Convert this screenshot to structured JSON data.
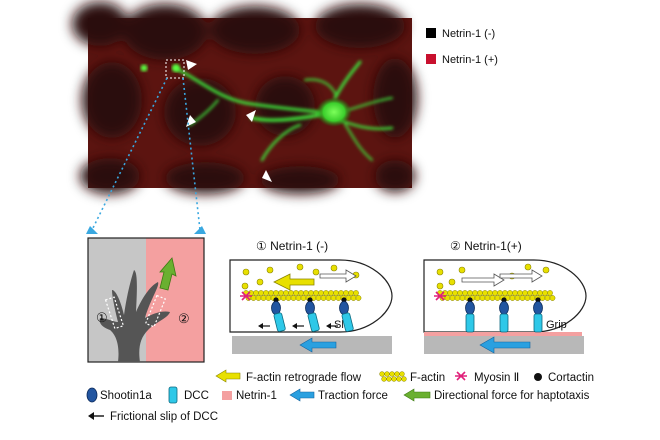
{
  "micrograph_legend": [
    {
      "label": "Netrin-1 (-)",
      "color": "#000000"
    },
    {
      "label": "Netrin-1 (+)",
      "color": "#c8102e"
    }
  ],
  "growth_cone_marks": {
    "left": "①",
    "right": "②"
  },
  "panel_minus": {
    "title": "① Netrin-1 (-)",
    "status": "Slip",
    "status_color": "#1f78c8"
  },
  "panel_plus": {
    "title": "② Netrin-1(+)",
    "status": "Grip",
    "status_color": "#e83ea0"
  },
  "legend_row1": {
    "f_actin_flow": "F-actin retrograde flow",
    "f_actin": "F-actin",
    "myosin": "Myosin Ⅱ",
    "cortactin": "Cortactin"
  },
  "legend_row2": {
    "shootin": "Shootin1a",
    "dcc": "DCC",
    "netrin": "Netrin-1",
    "traction": "Traction force",
    "directional": "Directional force for haptotaxis"
  },
  "legend_row3": {
    "slip": "Frictional slip of DCC"
  },
  "colors": {
    "actin_yellow": "#e8e000",
    "dcc_cyan": "#2ec8e8",
    "shootin_blue": "#2255a0",
    "netrin_pink": "#f4a0a0",
    "myosin_magenta": "#e0207a",
    "traction_blue": "#2aa0e0",
    "directional_green": "#6ab030",
    "substrate_gray": "#b8b8b8",
    "guide_dotted": "#3aa8e0"
  }
}
